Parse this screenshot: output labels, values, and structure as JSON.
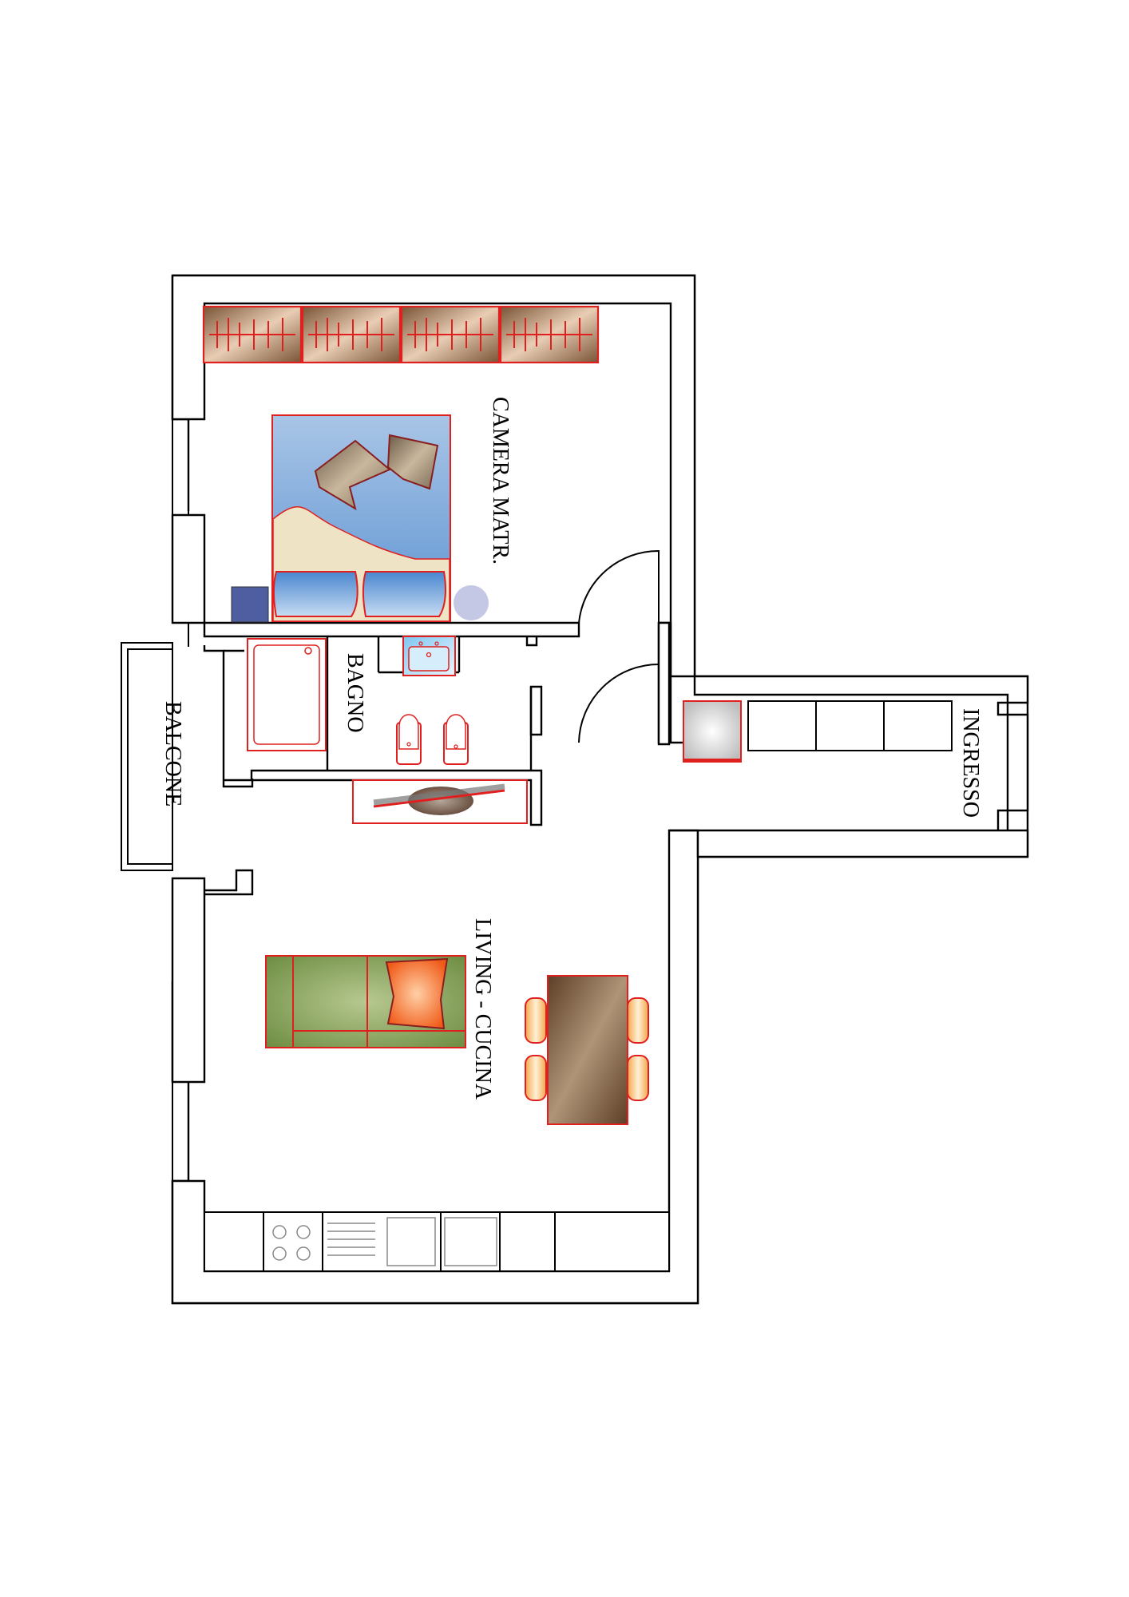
{
  "rooms": {
    "camera": "CAMERA MATR.",
    "bagno": "BAGNO",
    "balcone": "BALCONE",
    "ingresso": "INGRESSO",
    "living": "LIVING - CUCINA"
  },
  "colors": {
    "wall": "#000000",
    "furniture_outline": "#e0201f",
    "bed_blue": "#8fb6e0",
    "bed_cream": "#efe3c6",
    "pillow_brown": "#8a7a64",
    "wardrobe_brown": "#8e6a4d",
    "sofa_green": "#7f9d55",
    "cushion_orange": "#f06a2a",
    "table_brown": "#7a5a3e",
    "chair_yellow": "#f2c27a",
    "nightstand_blue": "#4e5ea0",
    "lamp_lavender": "#c5c8e4"
  }
}
